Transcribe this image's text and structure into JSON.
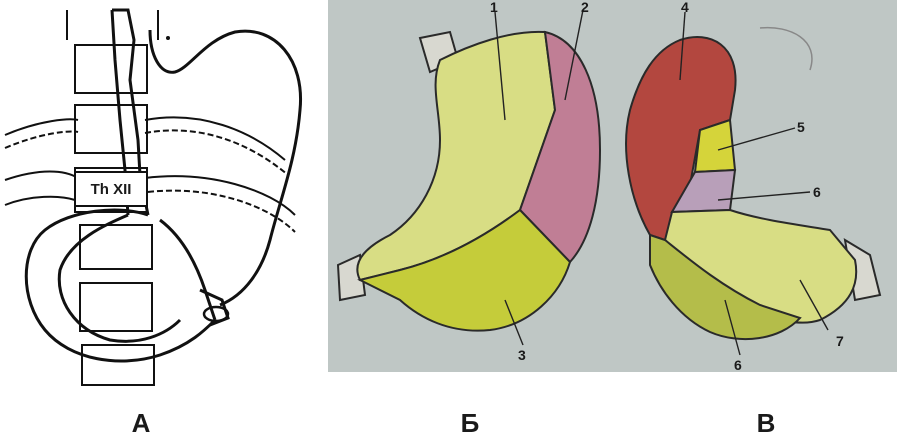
{
  "figure": {
    "panels": [
      {
        "id": "A",
        "caption": "А",
        "vertebra_label": "Th XII"
      },
      {
        "id": "B",
        "caption": "Б",
        "region_labels": [
          "1",
          "2",
          "3"
        ]
      },
      {
        "id": "C",
        "caption": "В",
        "region_labels": [
          "4",
          "5",
          "6",
          "7",
          "6"
        ]
      }
    ],
    "colors": {
      "panel_background": "#bfc7c5",
      "yellow_green": "#d8dd84",
      "olive_yellow": "#c5cc3a",
      "mauve": "#c07e95",
      "red_brown": "#b3473f",
      "lavender": "#b89fb9",
      "yellow": "#d5d43a",
      "olive_green": "#b4bd4a"
    }
  }
}
